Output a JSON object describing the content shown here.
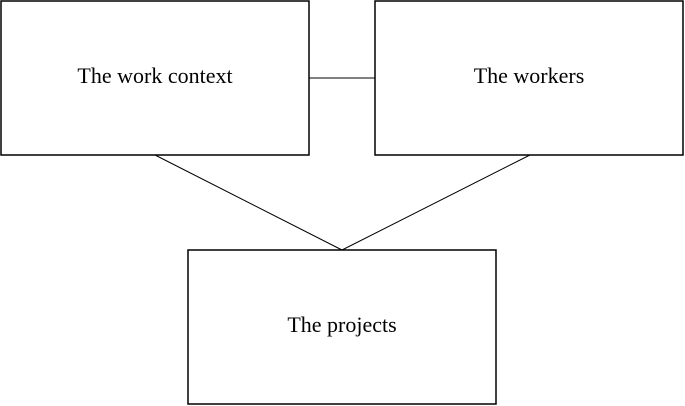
{
  "diagram": {
    "nodes": {
      "work_context": {
        "label": "The work context"
      },
      "workers": {
        "label": "The workers"
      },
      "projects": {
        "label": "The projects"
      }
    },
    "edges": [
      {
        "from": "work_context",
        "to": "workers"
      },
      {
        "from": "work_context",
        "to": "projects"
      },
      {
        "from": "workers",
        "to": "projects"
      }
    ]
  }
}
